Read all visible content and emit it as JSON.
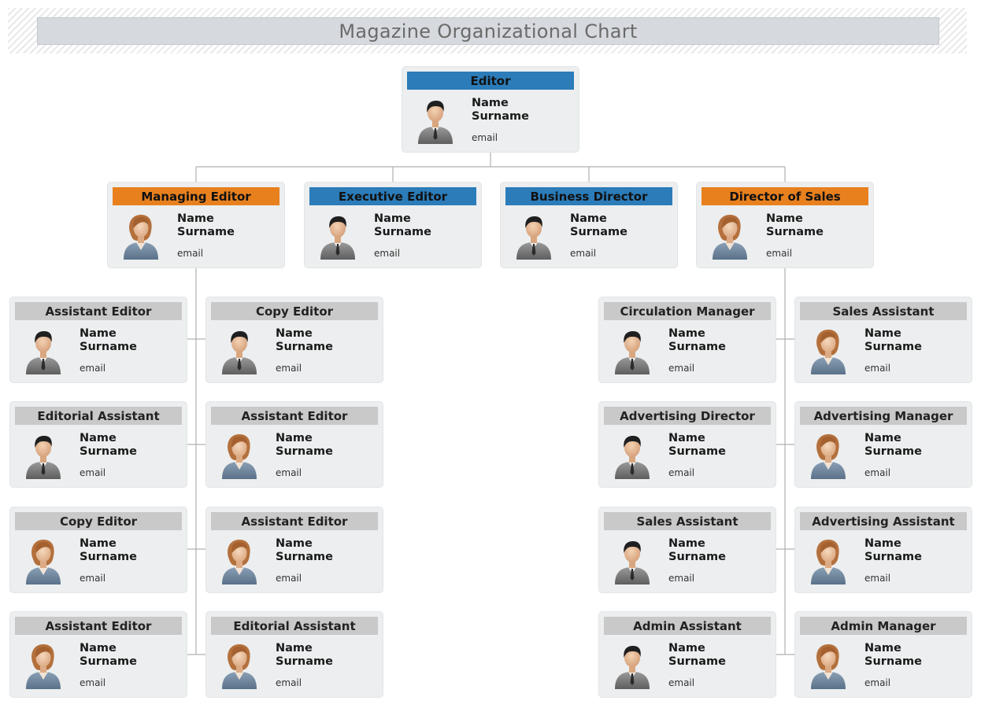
{
  "chart": {
    "title": "Magazine Organizational Chart"
  },
  "root": {
    "role": "Editor",
    "name": "Name",
    "surname": "Surname",
    "email": "email",
    "gender": "male"
  },
  "managers": [
    {
      "role": "Managing Editor",
      "name": "Name",
      "surname": "Surname",
      "email": "email",
      "gender": "female"
    },
    {
      "role": "Executive Editor",
      "name": "Name",
      "surname": "Surname",
      "email": "email",
      "gender": "male"
    },
    {
      "role": "Business Director",
      "name": "Name",
      "surname": "Surname",
      "email": "email",
      "gender": "male"
    },
    {
      "role": "Director of Sales",
      "name": "Name",
      "surname": "Surname",
      "email": "email",
      "gender": "female"
    }
  ],
  "editorial_left": [
    {
      "role": "Assistant Editor",
      "name": "Name",
      "surname": "Surname",
      "email": "email",
      "gender": "male"
    },
    {
      "role": "Editorial Assistant",
      "name": "Name",
      "surname": "Surname",
      "email": "email",
      "gender": "male"
    },
    {
      "role": "Copy Editor",
      "name": "Name",
      "surname": "Surname",
      "email": "email",
      "gender": "female"
    },
    {
      "role": "Assistant Editor",
      "name": "Name",
      "surname": "Surname",
      "email": "email",
      "gender": "female"
    }
  ],
  "editorial_right": [
    {
      "role": "Copy Editor",
      "name": "Name",
      "surname": "Surname",
      "email": "email",
      "gender": "male"
    },
    {
      "role": "Assistant Editor",
      "name": "Name",
      "surname": "Surname",
      "email": "email",
      "gender": "female"
    },
    {
      "role": "Assistant Editor",
      "name": "Name",
      "surname": "Surname",
      "email": "email",
      "gender": "female"
    },
    {
      "role": "Editorial Assistant",
      "name": "Name",
      "surname": "Surname",
      "email": "email",
      "gender": "female"
    }
  ],
  "sales_left": [
    {
      "role": "Circulation Manager",
      "name": "Name",
      "surname": "Surname",
      "email": "email",
      "gender": "male"
    },
    {
      "role": "Advertising Director",
      "name": "Name",
      "surname": "Surname",
      "email": "email",
      "gender": "male"
    },
    {
      "role": "Sales Assistant",
      "name": "Name",
      "surname": "Surname",
      "email": "email",
      "gender": "male"
    },
    {
      "role": "Admin Assistant",
      "name": "Name",
      "surname": "Surname",
      "email": "email",
      "gender": "male"
    }
  ],
  "sales_right": [
    {
      "role": "Sales Assistant",
      "name": "Name",
      "surname": "Surname",
      "email": "email",
      "gender": "female"
    },
    {
      "role": "Advertising Manager",
      "name": "Name",
      "surname": "Surname",
      "email": "email",
      "gender": "female"
    },
    {
      "role": "Advertising Assistant",
      "name": "Name",
      "surname": "Surname",
      "email": "email",
      "gender": "female"
    },
    {
      "role": "Admin Manager",
      "name": "Name",
      "surname": "Surname",
      "email": "email",
      "gender": "female"
    }
  ],
  "colors": {
    "header_blue": "#2b7cb9",
    "header_orange": "#e8801e",
    "header_grey": "#c9c9c9",
    "card_bg": "#eceeef",
    "connector": "#b0b0b0"
  }
}
